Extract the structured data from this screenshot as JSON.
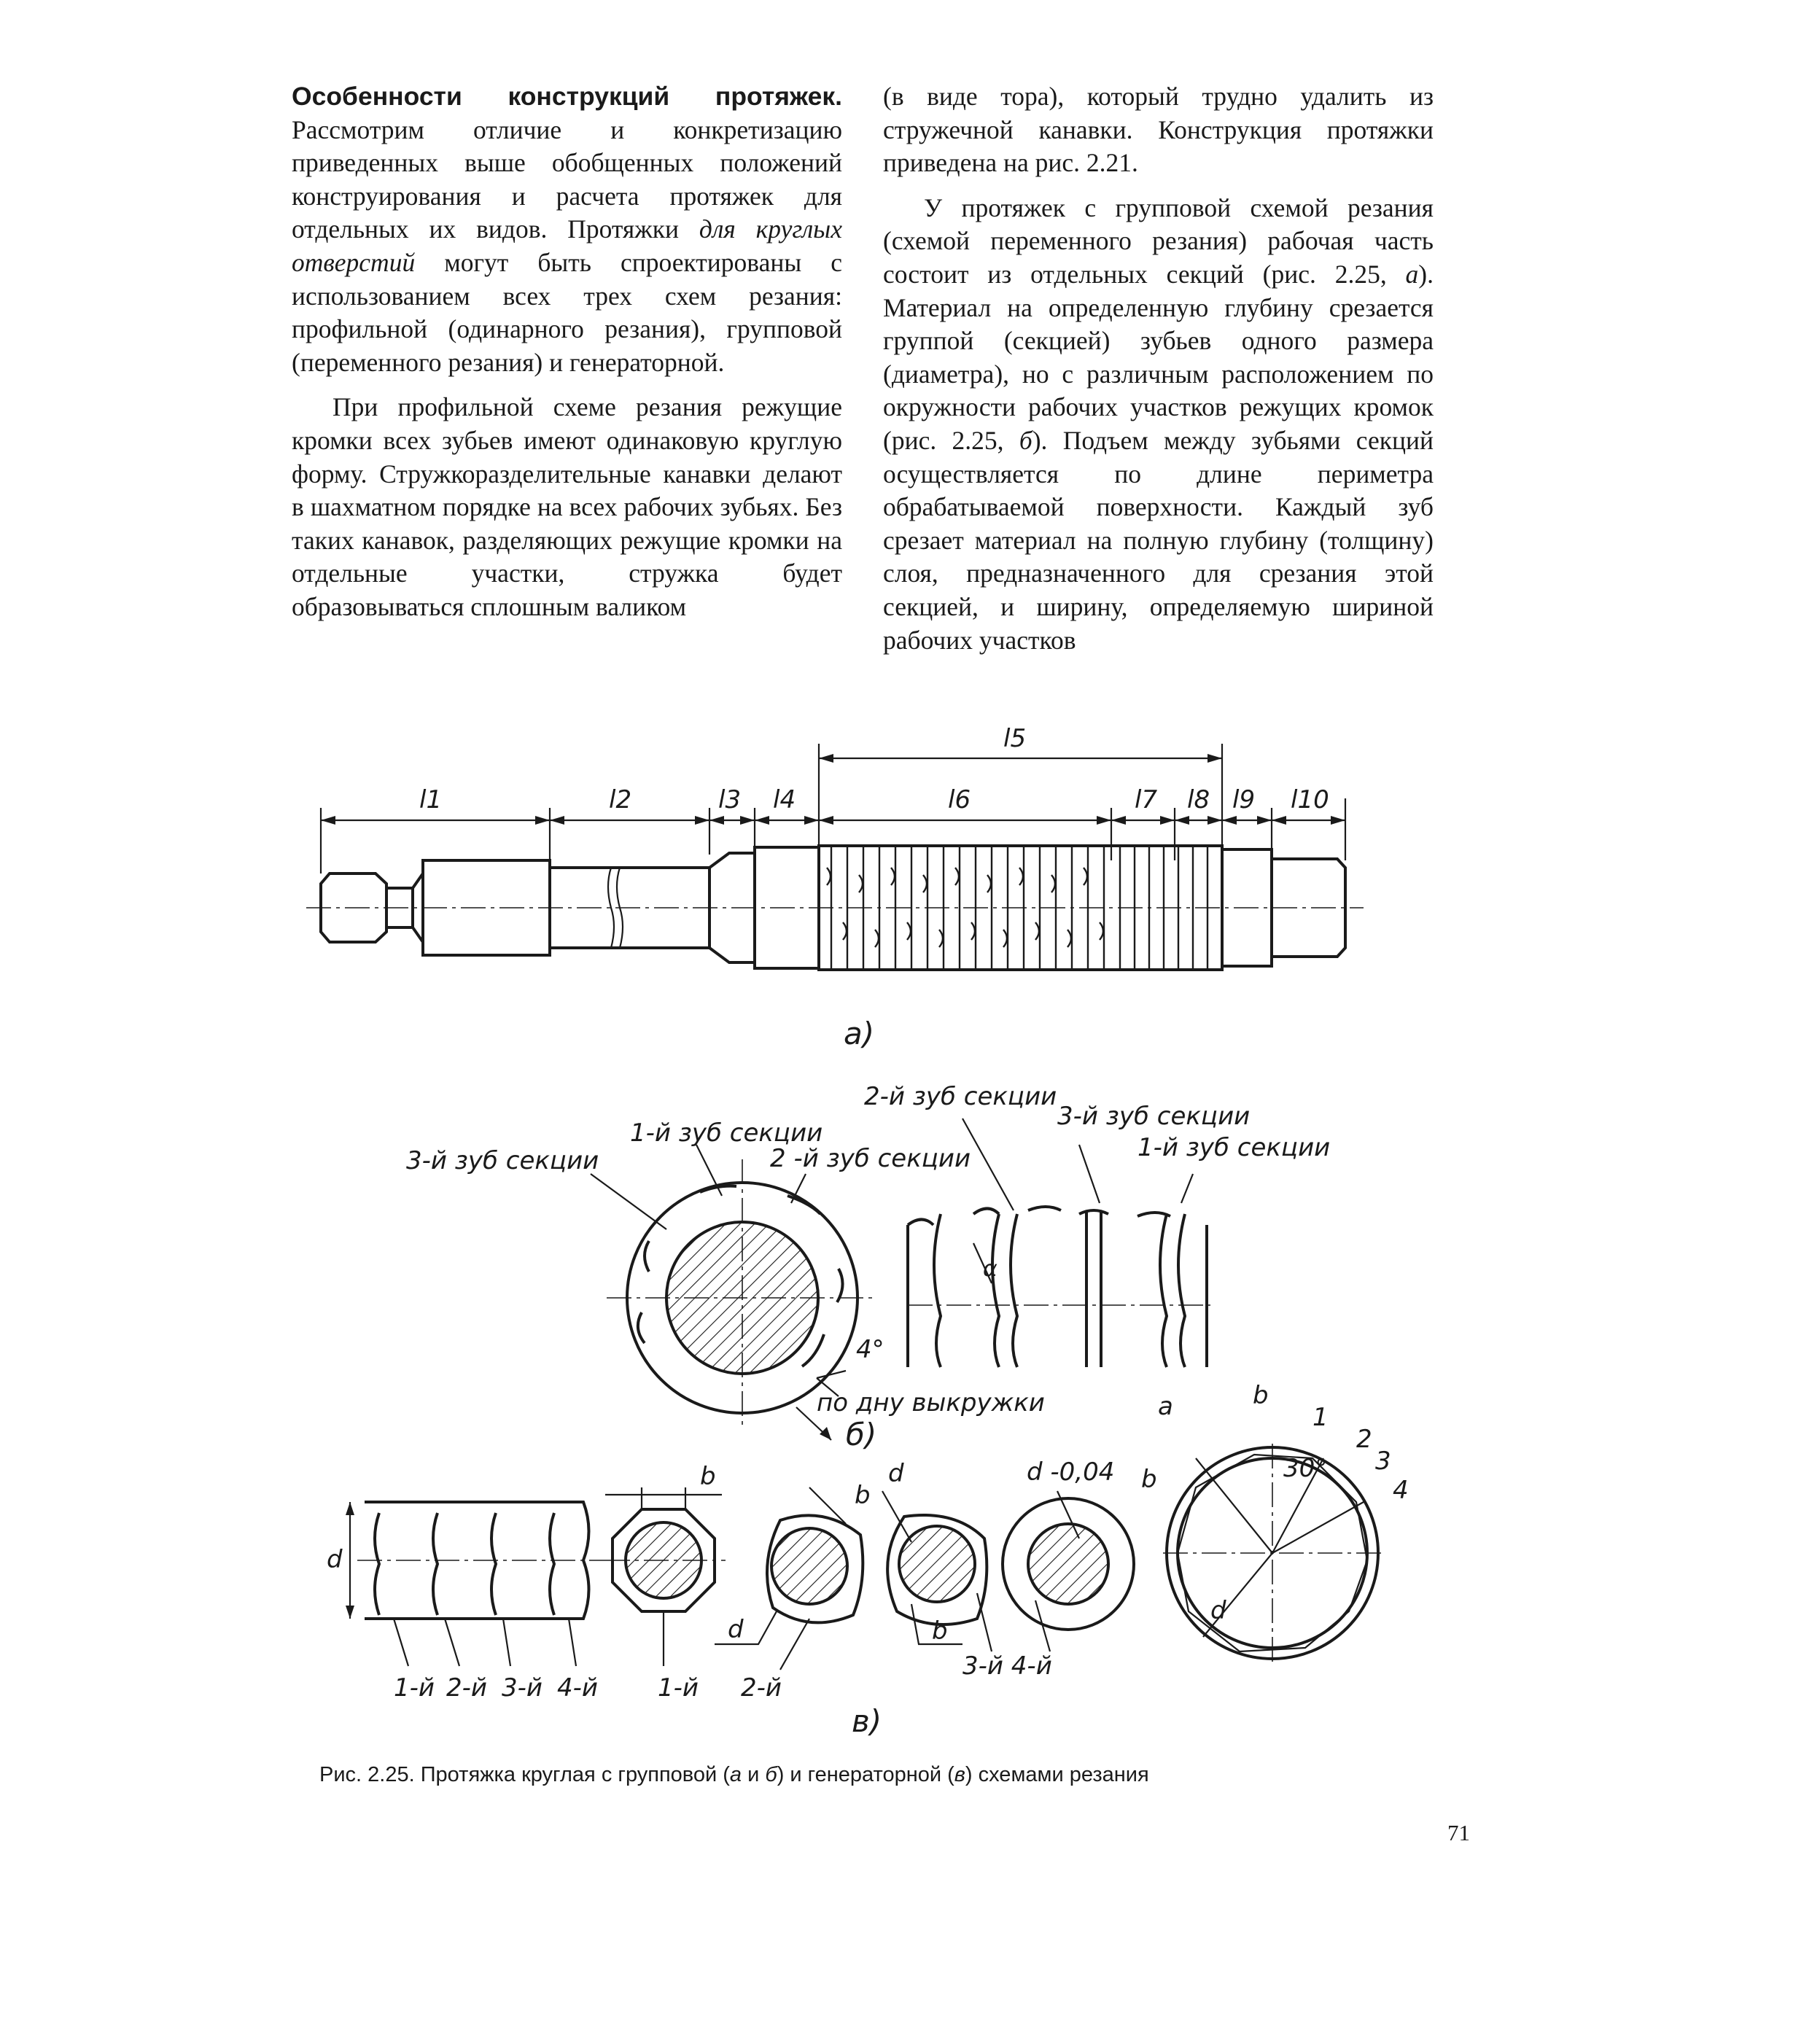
{
  "column_left": {
    "p1_lead": "Особенности конструкций протяжек.",
    "p1_text": " Рассмотрим отличие и конкретизацию приведенных выше обобщенных положений конструирования и расчета протяжек для отдельных их видов. Протяжки ",
    "p1_italic": "для круглых отверстий",
    "p1_tail": " могут быть спроектированы с использованием всех трех схем резания: профильной (одинарного резания), групповой (переменного резания) и генераторной.",
    "p2": "При профильной схеме резания режущие кромки всех зубьев имеют одинаковую круглую форму. Стружкоразделительные канавки делают в шахматном порядке на всех рабочих зубьях. Без таких канавок, разделяющих режущие кромки на отдельные участки, стружка будет образовываться сплошным валиком"
  },
  "column_right": {
    "p1": "(в виде тора), который трудно удалить из стружечной канавки. Конструкция протяжки приведена на рис. 2.21.",
    "p2_a": "У протяжек с групповой схемой резания (схемой переменного резания) рабочая часть состоит из отдельных секций (рис. 2.25, ",
    "p2_a_it": "а",
    "p2_b": "). Материал на определенную глубину срезается группой (секцией) зубьев одного размера (диаметра), но с различным расположением по окружности рабочих участков режущих кромок (рис. 2.25, ",
    "p2_b_it": "б",
    "p2_c": "). Подъем между зубьями секций осуществляется по длине периметра обрабатываемой поверхности. Каждый зуб срезает материал на полную глубину (толщину) слоя, предназначенного для срезания этой секцией, и ширину, определяемую шириной рабочих участков"
  },
  "figure": {
    "dims": [
      "l1",
      "l2",
      "l3",
      "l4",
      "l5",
      "l6",
      "l7",
      "l8",
      "l9",
      "l10"
    ],
    "label_a": "а)",
    "label_b": "б)",
    "label_v": "в)",
    "b_labels": {
      "tooth2_top": "2-й зуб секции",
      "tooth1_left": "1-й зуб секции",
      "tooth3_left": "3-й зуб секции",
      "tooth2_mid": "2 -й зуб секции",
      "tooth3_right": "3-й зуб секции",
      "tooth1_right": "1-й зуб секции",
      "angle_alpha": "α",
      "angle_4": "4°",
      "bottom_note": "по дну выкружки"
    },
    "v_labels": {
      "d": "d",
      "b": "b",
      "d_minus": "d -0,04",
      "a": "a",
      "angle_30": "30°",
      "n1": "1",
      "n2": "2",
      "n3": "3",
      "n4": "4",
      "teeth": [
        "1-й",
        "2-й",
        "3-й",
        "4-й"
      ],
      "sec1": "1-й",
      "sec2": "2-й",
      "sec34": "3-й  4-й"
    }
  },
  "caption": {
    "t1": "Рис. 2.25. Протяжка круглая с групповой (",
    "i1": "а",
    "t2": " и ",
    "i2": "б",
    "t3": ") и генераторной (",
    "i3": "в",
    "t4": ") схемами резания"
  },
  "page_number": "71"
}
